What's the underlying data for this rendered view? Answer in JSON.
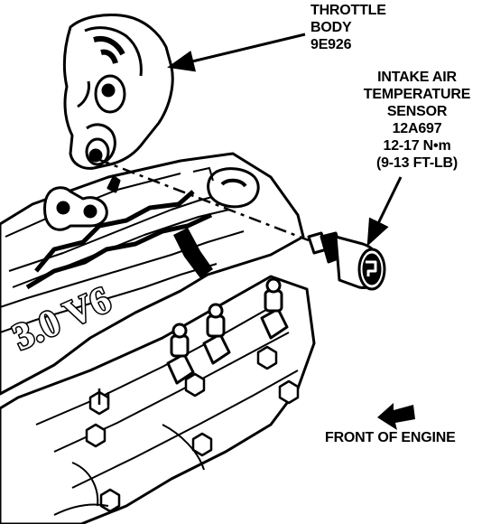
{
  "callouts": {
    "throttle_body": {
      "line1": "THROTTLE",
      "line2": "BODY",
      "part_number": "9E926"
    },
    "intake_air_temperature_sensor": {
      "line1": "INTAKE AIR",
      "line2": "TEMPERATURE",
      "line3": "SENSOR",
      "part_number": "12A697",
      "torque_metric": "12-17 N•m",
      "torque_imperial": "(9-13 FT-LB)"
    },
    "front_of_engine": "FRONT OF ENGINE"
  },
  "engine_badge": "3.0 V6"
}
